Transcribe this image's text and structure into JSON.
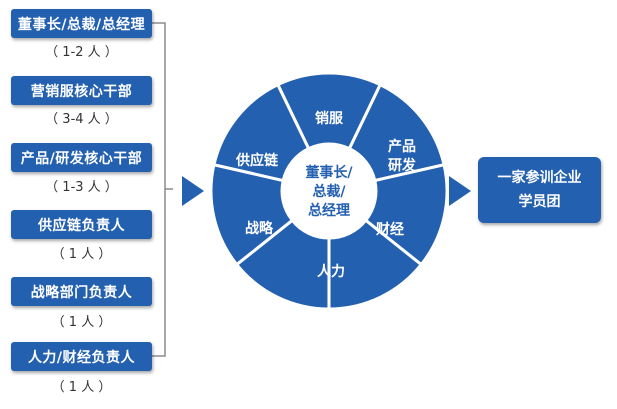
{
  "roles": [
    {
      "label": "董事长/总裁/总经理",
      "count": "（ 1-2 人 ）"
    },
    {
      "label": "营销服核心干部",
      "count": "（ 3-4 人 ）"
    },
    {
      "label": "产品/研发核心干部",
      "count": "（ 1-3 人 ）"
    },
    {
      "label": "供应链负责人",
      "count": "（ 1 人 ）"
    },
    {
      "label": "战略部门负责人",
      "count": "（ 1 人 ）"
    },
    {
      "label": "人力/财经负责人",
      "count": "（ 1 人 ）"
    }
  ],
  "wheel": {
    "segments": {
      "top": "销服",
      "upper_right_1": "产品",
      "upper_right_2": "研发",
      "lower_right": "财经",
      "bottom": "人力",
      "lower_left": "战略",
      "upper_left": "供应链"
    },
    "center": {
      "line1": "董事长/",
      "line2": "总裁/",
      "line3": "总经理"
    }
  },
  "result": {
    "line1": "一家参训企业",
    "line2": "学员团"
  },
  "colors": {
    "primary": "#2460b0",
    "text_dark": "#333333"
  }
}
